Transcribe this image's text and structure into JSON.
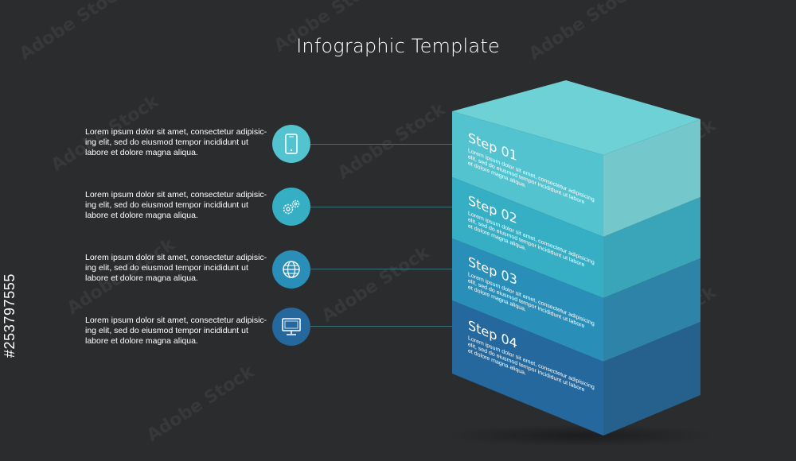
{
  "title": "Infographic Template",
  "watermark": "Adobe Stock",
  "stock_id": "#253797555",
  "colors": {
    "background": "#2b2c2e",
    "step1": "#52c3cf",
    "step2": "#36aec4",
    "step3": "#2a8fb8",
    "step4": "#24689d"
  },
  "rows": [
    {
      "text_lines": [
        "Lorem ipsum dolor sit amet, consectetur adipisic-",
        "ing elit, sed do eiusmod tempor incididunt ut",
        "labore et dolore magna aliqua."
      ],
      "icon": "smartphone-icon"
    },
    {
      "text_lines": [
        "Lorem ipsum dolor sit amet, consectetur adipisic-",
        "ing elit, sed do eiusmod tempor incididunt ut",
        "labore et dolore magna aliqua."
      ],
      "icon": "gears-icon"
    },
    {
      "text_lines": [
        "Lorem ipsum dolor sit amet, consectetur adipisic-",
        "ing elit, sed do eiusmod tempor incididunt ut",
        "labore et dolore magna aliqua."
      ],
      "icon": "globe-icon"
    },
    {
      "text_lines": [
        "Lorem ipsum dolor sit amet, consectetur adipisic-",
        "ing elit, sed do eiusmod tempor incididunt ut",
        "labore et dolore magna aliqua."
      ],
      "icon": "monitor-icon"
    }
  ],
  "steps": [
    {
      "label": "Step 01",
      "body_lines": [
        "Lorem ipsum dolor sit amet, consectetur adipisicing",
        "elit, sed do eiusmod tempor incididunt ut labore",
        "et dolore magna aliqua."
      ]
    },
    {
      "label": "Step 02",
      "body_lines": [
        "Lorem ipsum dolor sit amet, consectetur adipisicing",
        "elit, sed do eiusmod tempor incididunt ut labore",
        "et dolore magna aliqua."
      ]
    },
    {
      "label": "Step 03",
      "body_lines": [
        "Lorem ipsum dolor sit amet, consectetur adipisicing",
        "elit, sed do eiusmod tempor incididunt ut labore",
        "et dolore magna aliqua."
      ]
    },
    {
      "label": "Step 04",
      "body_lines": [
        "Lorem ipsum dolor sit amet, consectetur adipisicing",
        "elit, sed do eiusmod tempor incididunt ut labore",
        "et dolore magna aliqua."
      ]
    }
  ]
}
